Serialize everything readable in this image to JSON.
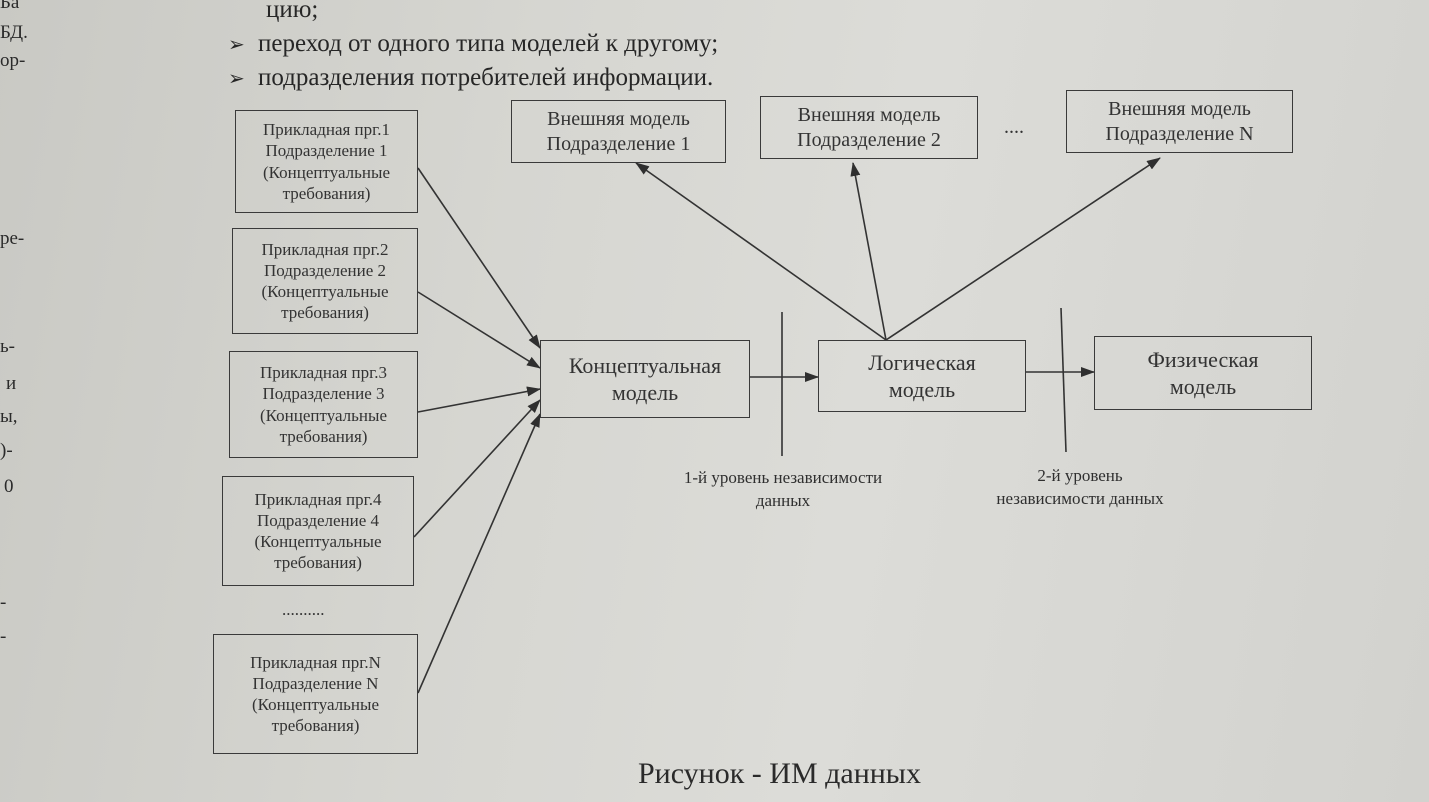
{
  "left_fragments": [
    "Ба",
    "БД.",
    "ор-",
    "ре-",
    "ь-",
    "и",
    "ы,",
    ")-",
    "0",
    "-",
    "-"
  ],
  "top_lines": {
    "line0": "цию;",
    "line1": "переход от одного типа моделей к другому;",
    "line2": "подразделения потребителей информации.",
    "bullet_symbol": "➢"
  },
  "apps": [
    {
      "l1": "Прикладная прг.1",
      "l2": "Подразделение 1",
      "l3": "(Концептуальные",
      "l4": "требования)"
    },
    {
      "l1": "Прикладная прг.2",
      "l2": "Подразделение 2",
      "l3": "(Концептуальные",
      "l4": "требования)"
    },
    {
      "l1": "Прикладная прг.3",
      "l2": "Подразделение 3",
      "l3": "(Концептуальные",
      "l4": "требования)"
    },
    {
      "l1": "Прикладная прг.4",
      "l2": "Подразделение 4",
      "l3": "(Концептуальные",
      "l4": "требования)"
    },
    {
      "l1": "Прикладная прг.N",
      "l2": "Подразделение N",
      "l3": "(Концептуальные",
      "l4": "требования)"
    }
  ],
  "apps_ellipsis": "..........",
  "externals": [
    {
      "l1": "Внешняя модель",
      "l2": "Подразделение 1"
    },
    {
      "l1": "Внешняя модель",
      "l2": "Подразделение 2"
    },
    {
      "l1": "Внешняя модель",
      "l2": "Подразделение N"
    }
  ],
  "externals_ellipsis": "....",
  "conceptual": {
    "l1": "Концептуальная",
    "l2": "модель"
  },
  "logical": {
    "l1": "Логическая",
    "l2": "модель"
  },
  "physical": {
    "l1": "Физическая",
    "l2": "модель"
  },
  "level1": {
    "l1": "1-й уровень независимости",
    "l2": "данных"
  },
  "level2": {
    "l1": "2-й уровень",
    "l2": "независимости данных"
  },
  "caption": "Рисунок - ИМ данных"
}
